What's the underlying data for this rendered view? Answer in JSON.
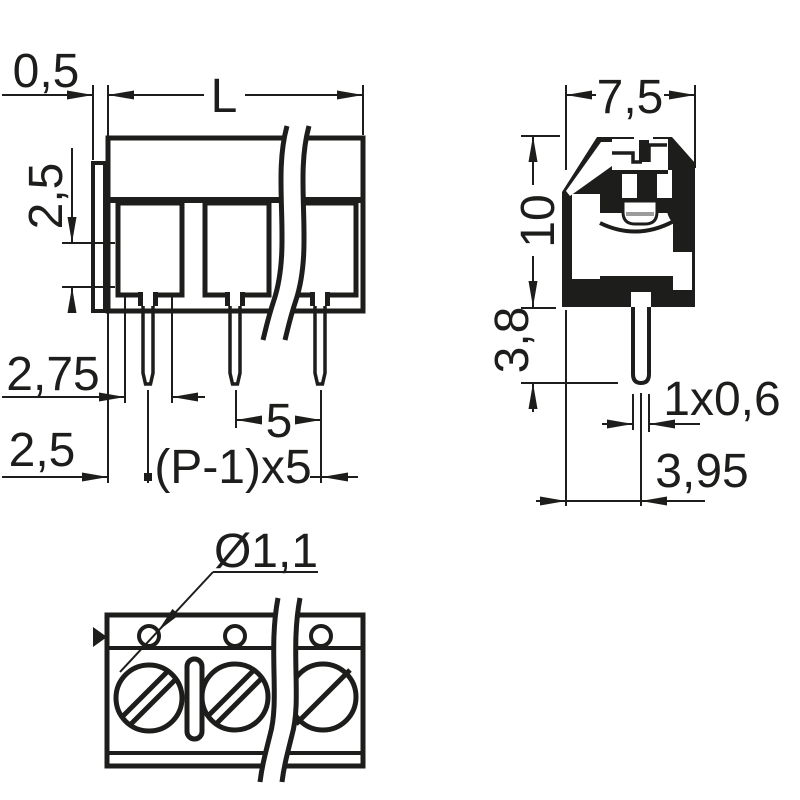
{
  "drawing": {
    "title": "terminal-block-dimension-drawing",
    "background_color": "#ffffff",
    "line_color": "#1d1d1b",
    "gray_color": "#9b9b9b",
    "front_view": {
      "dims": {
        "flange_thickness": "0,5",
        "length": "L",
        "clamp_height": "2,5",
        "pin_window": "2,75",
        "pitch": "5",
        "edge_to_pin": "2,5",
        "total_pitch": "(P-1)x5"
      }
    },
    "side_view": {
      "dims": {
        "width": "7,5",
        "height": "10",
        "pin_length": "3,8",
        "pin_cross_section": "1x0,6",
        "pin_offset": "3,95"
      }
    },
    "top_view": {
      "dims": {
        "hole_diameter": "Ø1,1"
      }
    }
  }
}
